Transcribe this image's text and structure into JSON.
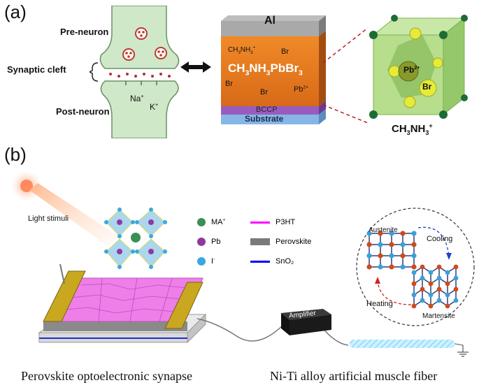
{
  "panel_a": {
    "label": "(a)",
    "pre_neuron": "Pre-neuron",
    "synaptic_cleft": "Synaptic cleft",
    "post_neuron": "Post-neuron",
    "ion_na": "Na",
    "ion_na_sup": "+",
    "ion_k": "K",
    "ion_k_sup": "+",
    "device": {
      "top_layer": "Al",
      "formula_main": "CH",
      "formula_sub1": "3",
      "formula_mid": "NH",
      "formula_sub2": "3",
      "formula_tail": "PbBr",
      "formula_sub3": "3",
      "ion_ch3nh3": "CH3NH3+",
      "ion_br1": "Br",
      "ion_br2": "Br",
      "ion_br3": "Br",
      "ion_pb": "Pb",
      "ion_pb_sup": "2+",
      "layer_bccp": "BCCP",
      "layer_substrate": "Substrate"
    },
    "crystal": {
      "pb_label": "Pb",
      "pb_sup": "2+",
      "br_label": "Br",
      "a_site_label": "CH",
      "a_sub1": "3",
      "a_mid": "NH",
      "a_sub2": "3",
      "a_sup": "+"
    }
  },
  "panel_b": {
    "label": "(b)",
    "light_stimuli": "Light stimuli",
    "legend": [
      {
        "label": "MA",
        "sup": "+",
        "color": "#3a8f55",
        "kind": "dot"
      },
      {
        "label": "Pb",
        "sup": "",
        "color": "#8c3aa0",
        "kind": "dot"
      },
      {
        "label": "I",
        "sup": "-",
        "color": "#3aa8e0",
        "kind": "dot"
      },
      {
        "label": "P3HT",
        "sup": "",
        "color": "#ff00ff",
        "kind": "line"
      },
      {
        "label": "Perovskite",
        "sup": "",
        "color": "#7a7a7a",
        "kind": "bar"
      },
      {
        "label": "SnO₂",
        "sup": "",
        "color": "#0000ff",
        "kind": "line"
      }
    ],
    "amplifier": "Amplifier",
    "austenite": "Austenite",
    "cooling": "Cooling",
    "heating": "Heating",
    "martensite": "Martensite",
    "caption_left": "Perovskite optoelectronic synapse",
    "caption_right": "Ni-Ti alloy artificial muscle fiber"
  },
  "colors": {
    "neuron_fill": "#cfe8c8",
    "perovskite_orange": "#e97a1f",
    "crystal_green": "#a8d67a",
    "pb_yellow": "#d8e23a",
    "p3ht_pink": "#ee7ee8",
    "electrode_gold": "#b99a1a"
  }
}
